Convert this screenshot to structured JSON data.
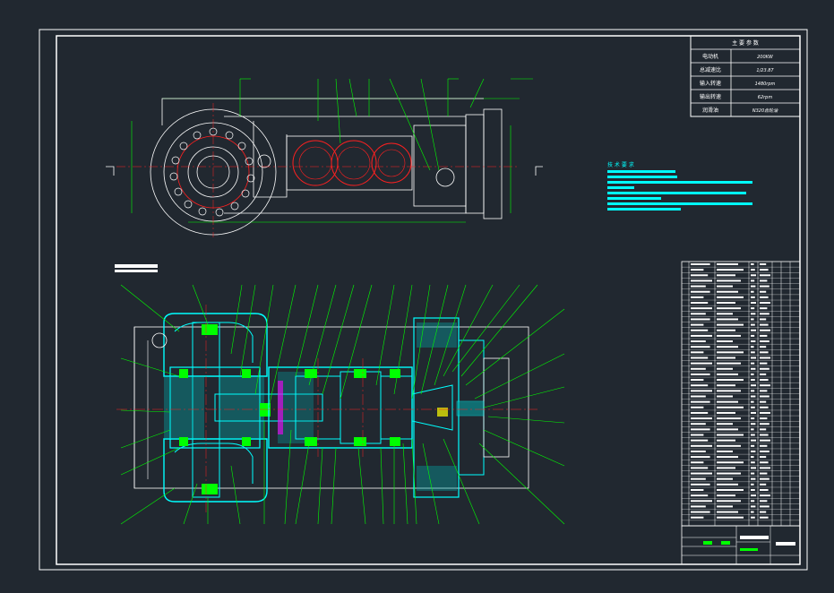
{
  "colors": {
    "background": "#212830",
    "frame": "#ffffff",
    "line_green": "#00ff00",
    "line_cyan": "#00ffff",
    "line_red": "#ff2020",
    "line_yellow": "#ffff00",
    "line_magenta": "#ff00ff"
  },
  "param_table": {
    "title": "主 要 参 数",
    "rows": [
      {
        "label": "电动机",
        "value": "200KW"
      },
      {
        "label": "总减速比",
        "value": "1/23.87"
      },
      {
        "label": "输入转速",
        "value": "1480rpm"
      },
      {
        "label": "输出转速",
        "value": "62rpm"
      },
      {
        "label": "润滑油",
        "value": "N320齿轮油"
      }
    ]
  },
  "tech_requirements": {
    "title": "技 术 要 求"
  }
}
